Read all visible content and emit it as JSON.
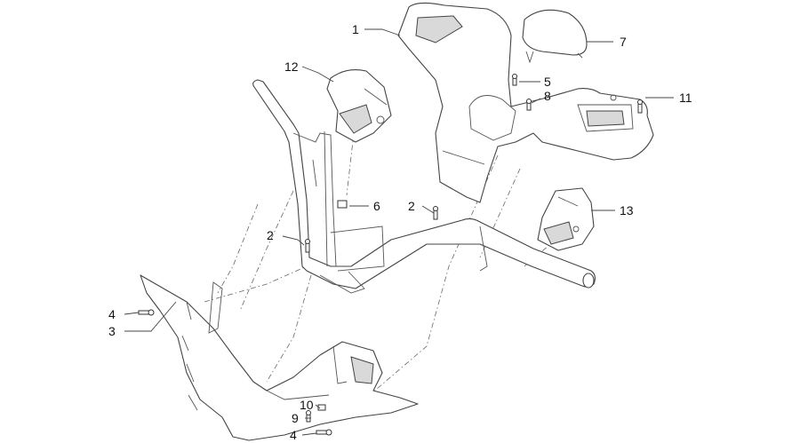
{
  "diagram": {
    "callouts": [
      {
        "id": "c1",
        "label": "1"
      },
      {
        "id": "c2a",
        "label": "2"
      },
      {
        "id": "c2b",
        "label": "2"
      },
      {
        "id": "c3",
        "label": "3"
      },
      {
        "id": "c4a",
        "label": "4"
      },
      {
        "id": "c4b",
        "label": "4"
      },
      {
        "id": "c5",
        "label": "5"
      },
      {
        "id": "c6",
        "label": "6"
      },
      {
        "id": "c7",
        "label": "7"
      },
      {
        "id": "c8",
        "label": "8"
      },
      {
        "id": "c9",
        "label": "9"
      },
      {
        "id": "c10",
        "label": "10"
      },
      {
        "id": "c11",
        "label": "11"
      },
      {
        "id": "c12",
        "label": "12"
      },
      {
        "id": "c13",
        "label": "13"
      }
    ]
  }
}
